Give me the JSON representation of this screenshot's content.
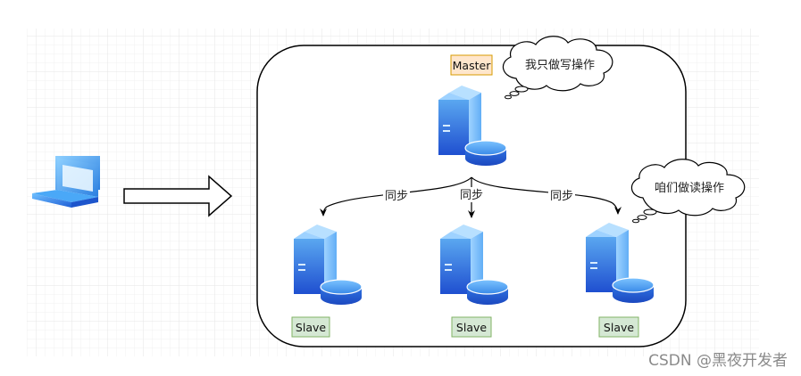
{
  "diagram": {
    "master_label": "Master",
    "slave_labels": [
      "Slave",
      "Slave",
      "Slave"
    ],
    "sync_labels": [
      "同步",
      "同步",
      "同步"
    ],
    "master_bubble": "我只做写操作",
    "slave_bubble": "咱们做读操作",
    "watermark": "CSDN @黑夜开发者",
    "colors": {
      "master_box_fill": "#ffe6cc",
      "master_box_stroke": "#d79b00",
      "slave_box_fill": "#d5e8d4",
      "slave_box_stroke": "#82b366",
      "server_blue": "#2c6fe0"
    }
  }
}
